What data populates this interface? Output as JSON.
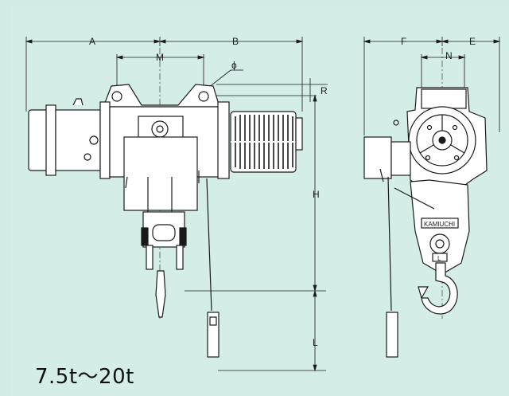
{
  "caption": "7.5t〜20t",
  "dimension_labels": {
    "A": "A",
    "B": "B",
    "M": "M",
    "phi": "ϕ",
    "R": "R",
    "H": "H",
    "L": "L",
    "F": "F",
    "E": "E",
    "N": "N"
  },
  "nameplate": "KAMIUCHI",
  "hook_tag": "L",
  "colors": {
    "background": "#d2ebe4",
    "line": "#1a1a1a"
  }
}
